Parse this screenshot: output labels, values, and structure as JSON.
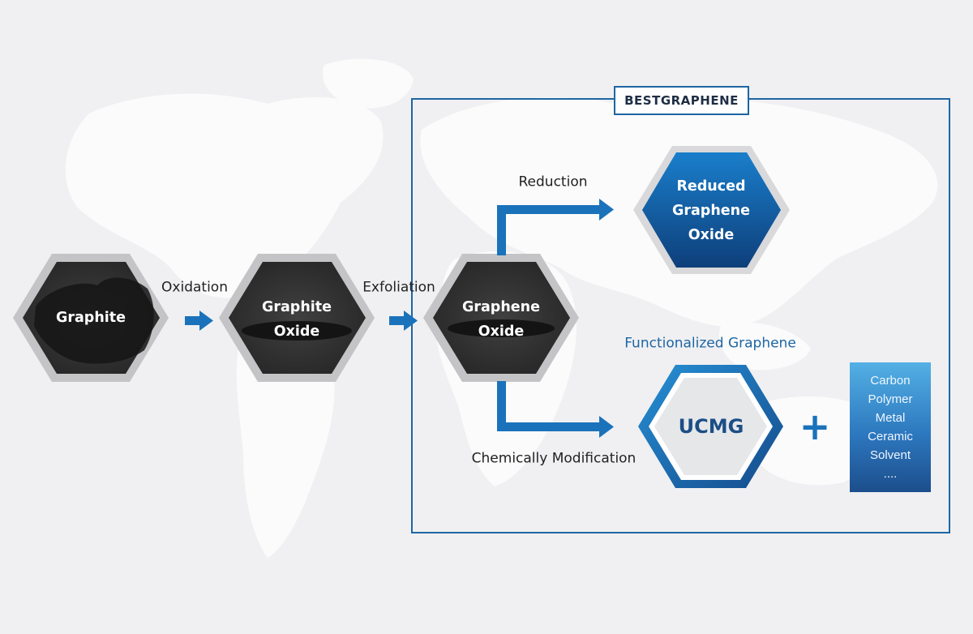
{
  "colors": {
    "background": "#f0f0f2",
    "accent_blue": "#1a72bb",
    "frame_blue": "#1e66a3",
    "hexagon_dark": "#2b2b2b",
    "hexagon_rim": "#c4c4c6"
  },
  "steps": {
    "graphite": {
      "line1": "Graphite"
    },
    "graphite_oxide": {
      "line1": "Graphite",
      "line2": "Oxide"
    },
    "graphene_oxide": {
      "line1": "Graphene",
      "line2": "Oxide"
    }
  },
  "arrows": {
    "oxidation": "Oxidation",
    "exfoliation": "Exfoliation",
    "reduction": "Reduction",
    "chemical_modification": "Chemically Modification"
  },
  "bestgraphene": {
    "title": "BESTGRAPHENE",
    "reduced": {
      "line1": "Reduced",
      "line2": "Graphene",
      "line3": "Oxide"
    },
    "functionalized_title": "Functionalized Graphene",
    "ucmg": "UCMG",
    "plus_icon": "plus-icon",
    "materials": [
      "Carbon",
      "Polymer",
      "Metal",
      "Ceramic",
      "Solvent",
      "...."
    ]
  }
}
